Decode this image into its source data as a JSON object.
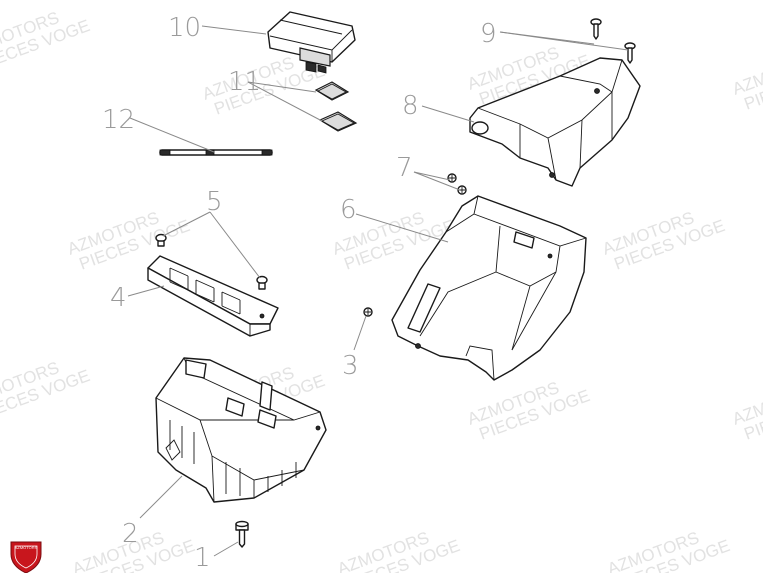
{
  "diagram": {
    "watermark_lines": [
      "AZMOTORS",
      "PIECES VOGE"
    ],
    "logo_text": "AZMOTORS",
    "callouts": [
      "1",
      "2",
      "3",
      "4",
      "5",
      "6",
      "7",
      "8",
      "9",
      "10",
      "11",
      "12"
    ]
  },
  "colors": {
    "background": "#ffffff",
    "line": "#1a1a1a",
    "callout": "#9a9a9a",
    "watermark": "#e2e2e2",
    "logo_red": "#c8161d"
  }
}
